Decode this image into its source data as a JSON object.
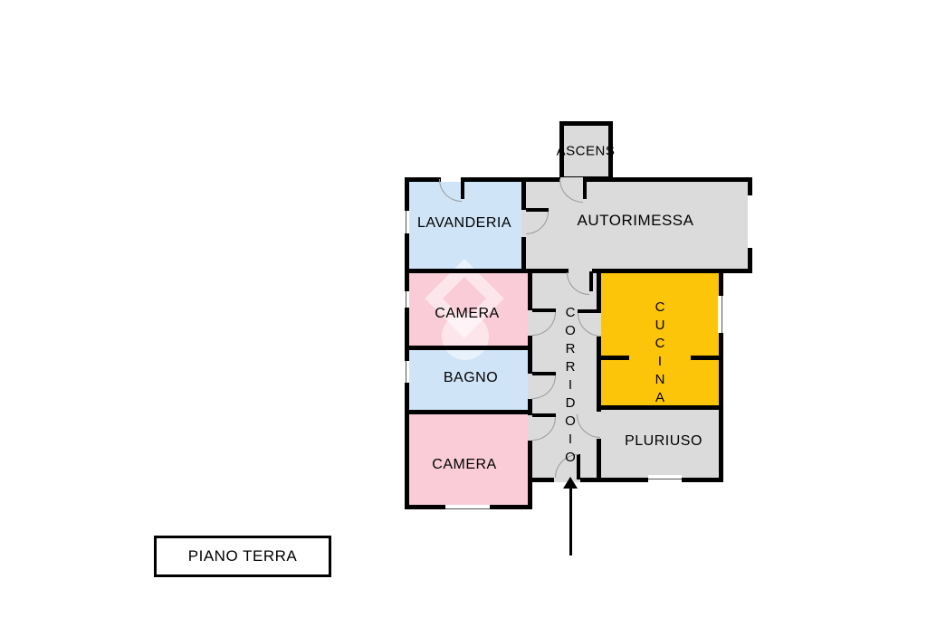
{
  "floor_plan": {
    "floor_label": "PIANO TERRA",
    "rooms": {
      "ascensore": {
        "label": "ASCENS"
      },
      "lavanderia": {
        "label": "LAVANDERIA"
      },
      "autorimessa": {
        "label": "AUTORIMESSA"
      },
      "camera_1": {
        "label": "CAMERA"
      },
      "bagno": {
        "label": "BAGNO"
      },
      "camera_2": {
        "label": "CAMERA"
      },
      "corridoio": {
        "label": "CORRIDOIO"
      },
      "cucina": {
        "label": "CUCINA"
      },
      "pluriuso": {
        "label": "PLURIUSO"
      }
    },
    "colors": {
      "wall": "#000000",
      "text": "#000000",
      "room_gray": "#dbdbdb",
      "room_blue": "#d0e4f8",
      "room_pink": "#f9ccd8",
      "room_yellow": "#fdc50a",
      "door_arc": "#9a9a9a",
      "window_line": "#555555"
    }
  }
}
